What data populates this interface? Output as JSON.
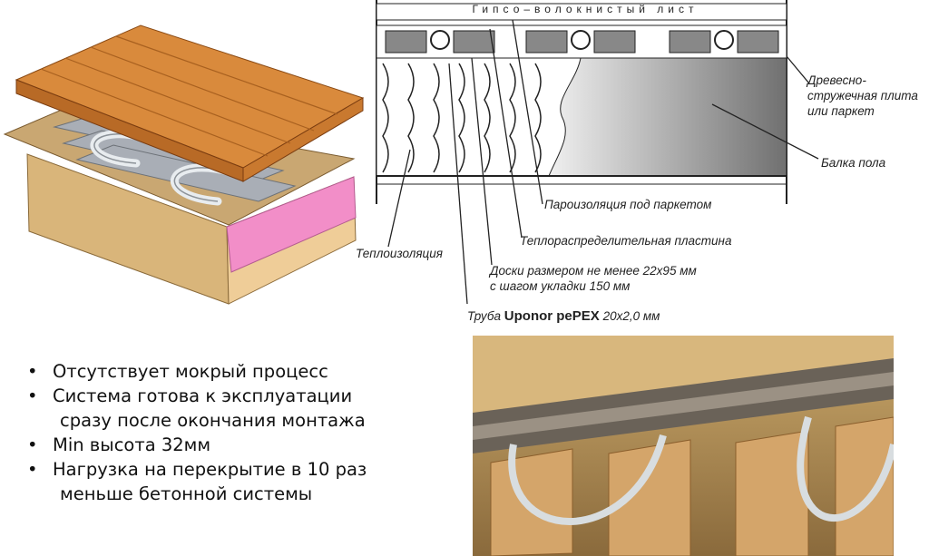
{
  "diagram": {
    "top_band": "Гипсо–волокнистый  лист",
    "labels": {
      "chipboard_line1": "Древесно-",
      "chipboard_line2": "стружечная плита",
      "chipboard_line3": "или паркет",
      "beam": "Балка пола",
      "vapor": "Пароизоляция под паркетом",
      "heat_plate": "Теплораспределительная пластина",
      "insulation": "Теплоизоляция",
      "boards_line1": "Доски размером не менее 22х95 мм",
      "boards_line2": "с шагом укладки 150 мм",
      "pipe_prefix": "Труба",
      "pipe_brand": "Uponor pePEX",
      "pipe_size": "20х2,0 мм"
    }
  },
  "bullets": [
    {
      "marker": "•",
      "line1": "Отсутствует мокрый процесс",
      "line2": ""
    },
    {
      "marker": "•",
      "line1": "Система готова к эксплуатации",
      "line2": "сразу после окончания монтажа"
    },
    {
      "marker": "•",
      "line1": "Min высота 32мм",
      "line2": ""
    },
    {
      "marker": "•",
      "line1": "Нагрузка на перекрытие в 10 раз",
      "line2": "меньше бетонной системы"
    }
  ]
}
